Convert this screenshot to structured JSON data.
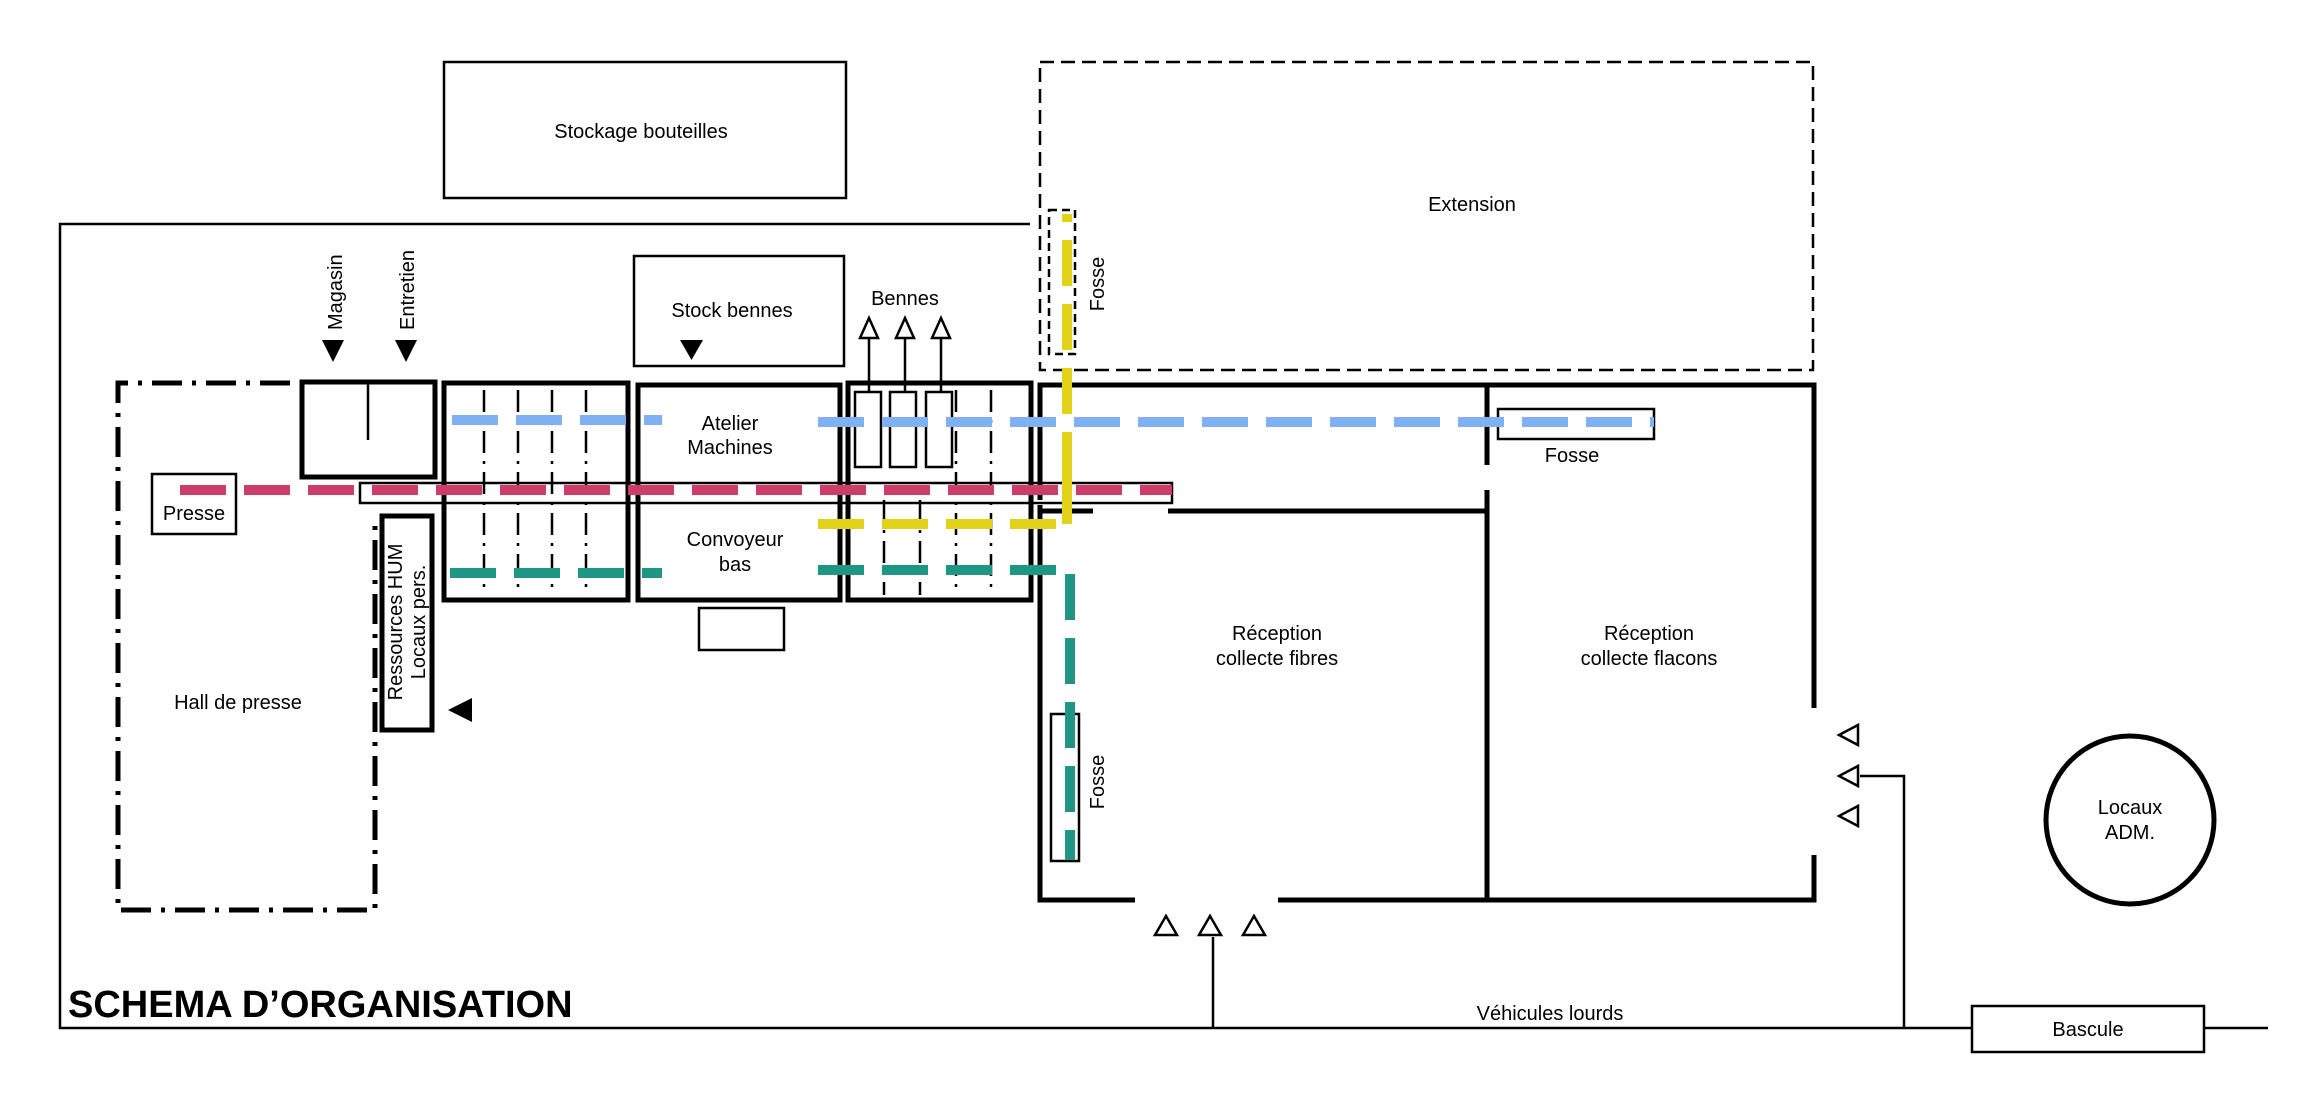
{
  "diagram": {
    "title": "SCHEMA D’ORGANISATION",
    "zones": {
      "stockage_bouteilles": "Stockage bouteilles",
      "extension": "Extension",
      "stock_bennes": "Stock bennes",
      "bennes": "Bennes",
      "magasin": "Magasin",
      "entretien": "Entretien",
      "atelier_line1": "Atelier",
      "atelier_line2": "Machines",
      "convoyeur_line1": "Convoyeur",
      "convoyeur_line2": "bas",
      "presse": "Presse",
      "hall_presse": "Hall de presse",
      "ressources_line1": "Ressources HUM",
      "ressources_line2": "Locaux pers.",
      "fosse_top": "Fosse",
      "fosse_right": "Fosse",
      "fosse_bottom": "Fosse",
      "reception_fibres_line1": "Réception",
      "reception_fibres_line2": "collecte fibres",
      "reception_flacons_line1": "Réception",
      "reception_flacons_line2": "collecte flacons",
      "locaux_adm_line1": "Locaux",
      "locaux_adm_line2": "ADM.",
      "vehicules_lourds": "Véhicules lourds",
      "bascule": "Bascule"
    },
    "flow_colors": {
      "pink": "#cc3d6a",
      "blue": "#7fb1f2",
      "yellow": "#e3d21a",
      "teal": "#1f9684"
    }
  }
}
